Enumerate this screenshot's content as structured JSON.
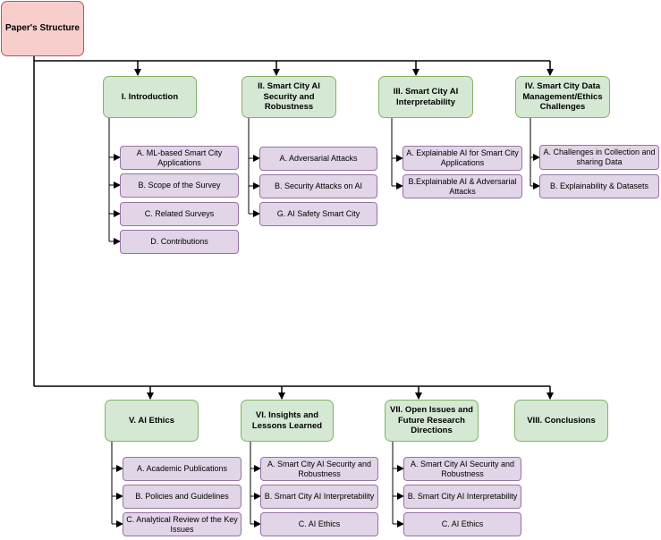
{
  "root": "Paper's Structure",
  "sections": [
    {
      "title": "I. Introduction",
      "items": [
        "A. ML-based Smart City Applications",
        "B. Scope of the Survey",
        "C. Related Surveys",
        "D. Contributions"
      ]
    },
    {
      "title": "II. Smart City AI Security and Robustness",
      "items": [
        "A. Adversarial Attacks",
        "B. Security Attacks on AI",
        "G. AI Safety Smart City"
      ]
    },
    {
      "title": "III. Smart City AI Interpretability",
      "items": [
        "A. Explainable AI for Smart City Applications",
        "B.Explainable AI & Adversarial Attacks"
      ]
    },
    {
      "title": "IV. Smart City Data Management/Ethics Challenges",
      "items": [
        "A.  Challenges in Collection and sharing Data",
        "B. Explainability & Datasets"
      ]
    },
    {
      "title": "V. AI Ethics",
      "items": [
        "A.  Academic Publications",
        "B. Policies and Guidelines",
        "C. Analytical Review of the Key Issues"
      ]
    },
    {
      "title": "VI. Insights and Lessons Learned",
      "items": [
        "A. Smart City AI Security and Robustness",
        "B. Smart City AI Interpretability",
        "C. AI Ethics"
      ]
    },
    {
      "title": "VII. Open Issues and Future Research Directions",
      "items": [
        "A. Smart City AI Security and Robustness",
        "B. Smart City AI Interpretability",
        "C. AI Ethics"
      ]
    },
    {
      "title": "VIII. Conclusions",
      "items": []
    }
  ]
}
